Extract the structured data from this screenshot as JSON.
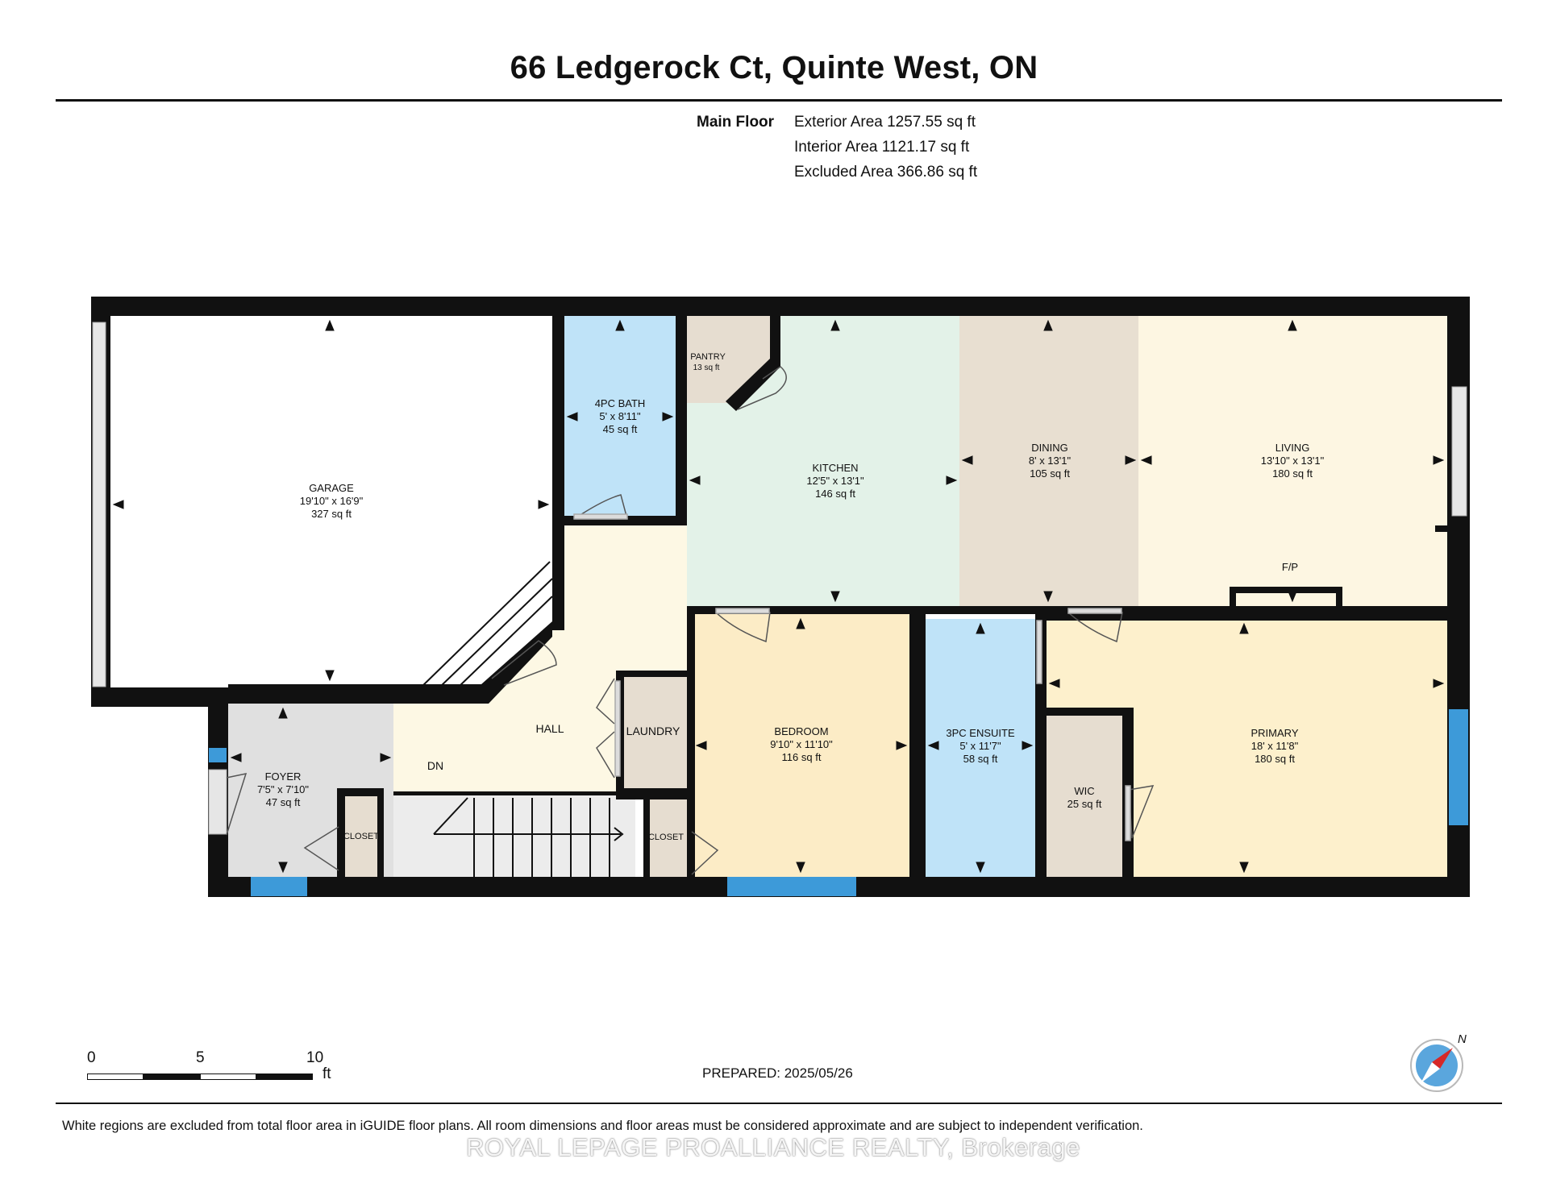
{
  "title": "66 Ledgerock Ct, Quinte West, ON",
  "floor": {
    "name": "Main Floor",
    "exterior_area": "Exterior Area 1257.55 sq ft",
    "interior_area": "Interior Area 1121.17 sq ft",
    "excluded_area": "Excluded Area 366.86 sq ft"
  },
  "rooms": {
    "garage": {
      "name": "GARAGE",
      "dims": "19'10\" x 16'9\"",
      "area": "327 sq ft"
    },
    "bath4": {
      "name": "4PC BATH",
      "dims": "5' x 8'11\"",
      "area": "45 sq ft"
    },
    "pantry": {
      "name": "PANTRY",
      "area": "13 sq ft"
    },
    "kitchen": {
      "name": "KITCHEN",
      "dims": "12'5\" x 13'1\"",
      "area": "146 sq ft"
    },
    "dining": {
      "name": "DINING",
      "dims": "8' x 13'1\"",
      "area": "105 sq ft"
    },
    "living": {
      "name": "LIVING",
      "dims": "13'10\" x 13'1\"",
      "area": "180 sq ft"
    },
    "fireplace": {
      "name": "F/P"
    },
    "hall": {
      "name": "HALL"
    },
    "laundry": {
      "name": "LAUNDRY"
    },
    "bedroom": {
      "name": "BEDROOM",
      "dims": "9'10\" x 11'10\"",
      "area": "116 sq ft"
    },
    "ensuite": {
      "name": "3PC ENSUITE",
      "dims": "5' x 11'7\"",
      "area": "58 sq ft"
    },
    "primary": {
      "name": "PRIMARY",
      "dims": "18' x 11'8\"",
      "area": "180 sq ft"
    },
    "wic": {
      "name": "WIC",
      "area": "25 sq ft"
    },
    "foyer": {
      "name": "FOYER",
      "dims": "7'5\" x 7'10\"",
      "area": "47 sq ft"
    },
    "stairs": {
      "name": "DN"
    },
    "closet1": {
      "name": "CLOSET"
    },
    "closet2": {
      "name": "CLOSET"
    }
  },
  "scale": {
    "labels": [
      "0",
      "5",
      "10"
    ],
    "unit": "ft"
  },
  "prepared": "PREPARED: 2025/05/26",
  "disclaimer": "White regions are excluded from total floor area in iGUIDE floor plans. All room dimensions and floor areas must be considered approximate and are subject to independent verification.",
  "watermark": "ROYAL LEPAGE PROALLIANCE REALTY, Brokerage",
  "compass": {
    "label": "N"
  },
  "colors": {
    "wall": "#111111",
    "garage": "#ffffff",
    "bath": "#bfe3f8",
    "pantry": "#e6ddd0",
    "kitchen": "#e3f2e8",
    "dining": "#e8dfd1",
    "living": "#fdf6e2",
    "hall": "#fdf8e4",
    "laundry": "#e6ddd0",
    "bedroom": "#fcecc6",
    "primary": "#fdf0cc",
    "wic": "#e6ddd0",
    "foyer": "#e0e0e0",
    "closet": "#e6ddd0",
    "stairs": "#ececec",
    "window": "#3d9ad9"
  }
}
